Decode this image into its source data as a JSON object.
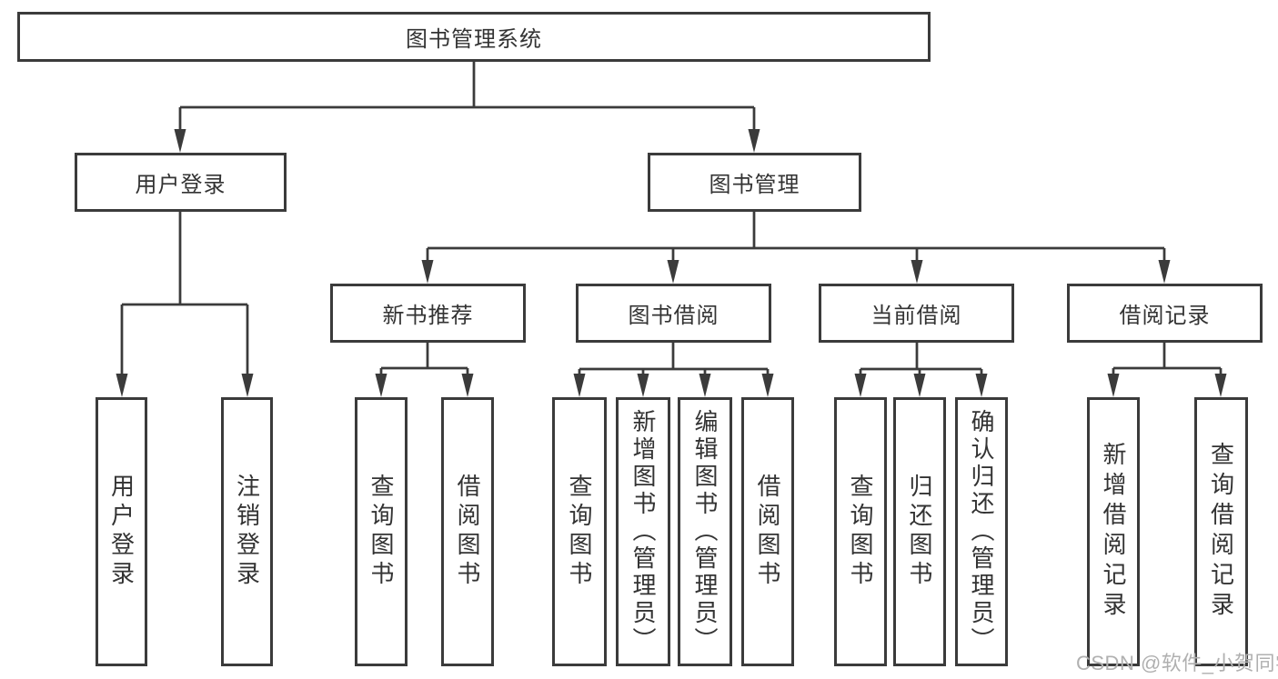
{
  "root": {
    "label": "图书管理系统"
  },
  "level2": {
    "user_login": {
      "label": "用户登录"
    },
    "book_management": {
      "label": "图书管理"
    }
  },
  "level3": {
    "new_book_recommend": {
      "label": "新书推荐"
    },
    "book_borrowing": {
      "label": "图书借阅"
    },
    "current_borrowing": {
      "label": "当前借阅"
    },
    "borrowing_records": {
      "label": "借阅记录"
    }
  },
  "leaves": {
    "user_login": {
      "label": "用户登录"
    },
    "logout": {
      "label": "注销登录"
    },
    "nbr_query_books": {
      "label": "查询图书"
    },
    "nbr_borrow_books": {
      "label": "借阅图书"
    },
    "bb_query_books": {
      "label": "查询图书"
    },
    "bb_add_books_admin": {
      "label": "新增图书（管理员）"
    },
    "bb_edit_books_admin": {
      "label": "编辑图书（管理员）"
    },
    "bb_borrow_books": {
      "label": "借阅图书"
    },
    "cb_query_books": {
      "label": "查询图书"
    },
    "cb_return_books": {
      "label": "归还图书"
    },
    "cb_confirm_return_admin": {
      "label": "确认归还（管理员）"
    },
    "br_add_borrow_record": {
      "label": "新增借阅记录"
    },
    "br_query_borrow_record": {
      "label": "查询借阅记录"
    }
  },
  "watermark": {
    "text": "CSDN @软件_小贺同学"
  },
  "colors": {
    "line": "#3b3b3b",
    "text": "#333333",
    "watermark": "#b0b0b0",
    "background": "#ffffff"
  }
}
